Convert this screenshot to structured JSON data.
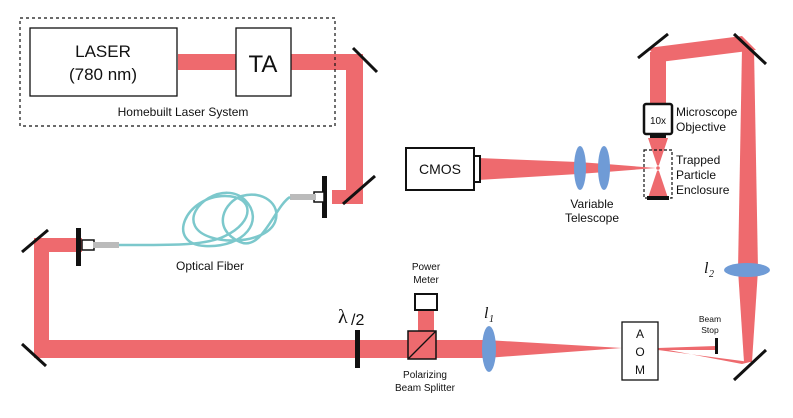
{
  "laser_system": {
    "laser_line1": "LASER",
    "laser_line2": "(780 nm)",
    "ta_label": "TA",
    "system_label": "Homebuilt Laser System"
  },
  "fiber": {
    "label": "Optical Fiber"
  },
  "camera": {
    "label": "CMOS"
  },
  "telescope": {
    "line1": "Variable",
    "line2": "Telescope"
  },
  "objective": {
    "badge": "10x",
    "line1": "Microscope",
    "line2": "Objective"
  },
  "enclosure": {
    "line1": "Trapped",
    "line2": "Particle",
    "line3": "Enclosure"
  },
  "waveplate": {
    "lambda": "λ",
    "divisor": "/2"
  },
  "power_meter": {
    "line1": "Power",
    "line2": "Meter"
  },
  "pbs": {
    "line1": "Polarizing",
    "line2": "Beam Splitter"
  },
  "lens1": {
    "label": "l",
    "sub": "1"
  },
  "lens2": {
    "label": "l",
    "sub": "2"
  },
  "aom": {
    "line1": "A",
    "line2": "O",
    "line3": "M"
  },
  "beam_stop": {
    "line1": "Beam",
    "line2": "Stop"
  },
  "colors": {
    "beam": "#ee6a6e",
    "lens": "#6f9bd6",
    "fiber": "#7cc8cc"
  }
}
